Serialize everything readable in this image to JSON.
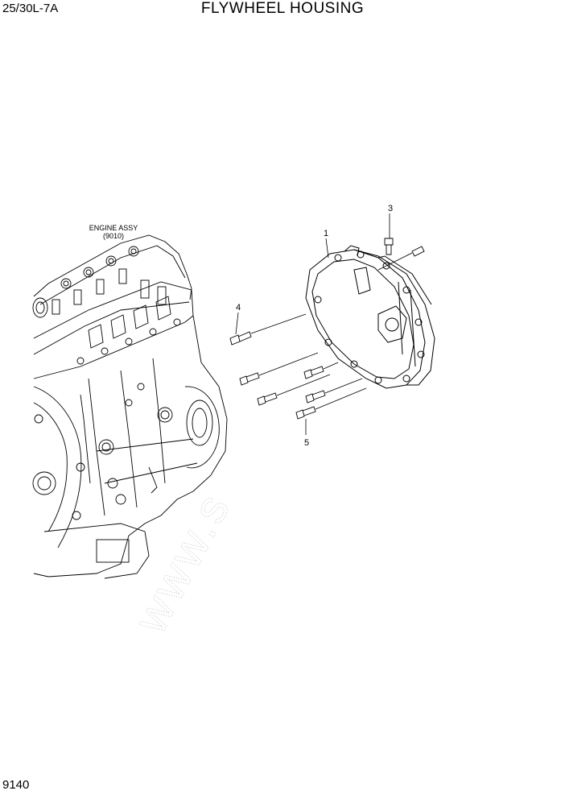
{
  "header": {
    "model": "25/30L-7A",
    "title": "FLYWHEEL HOUSING"
  },
  "footer": {
    "page_number": "9140"
  },
  "labels": {
    "engine_assy_line1": "ENGINE ASSY",
    "engine_assy_line2": "(9010)"
  },
  "callouts": [
    "1",
    "3",
    "4",
    "5"
  ],
  "watermark": "www.s"
}
